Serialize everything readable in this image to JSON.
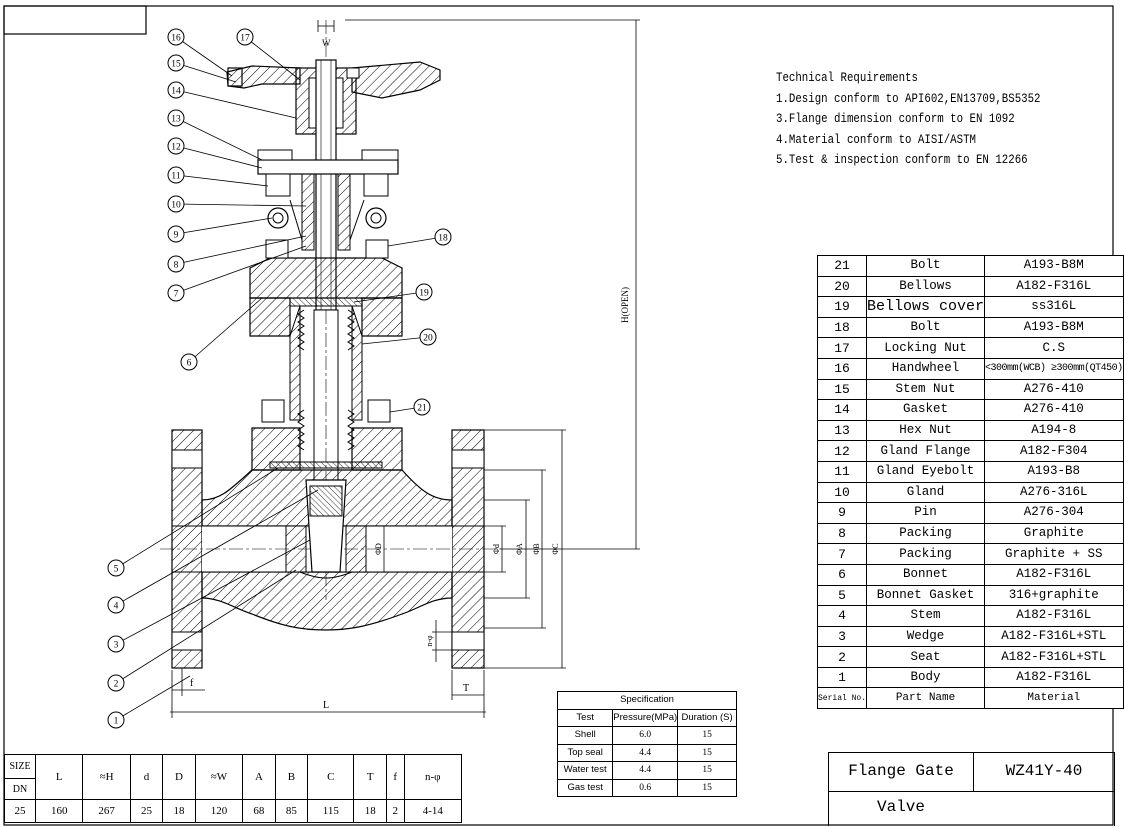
{
  "technical_requirements": {
    "title": "Technical Requirements",
    "lines": [
      "1.Design conform to API602,EN13709,BS5352",
      "3.Flange dimension conform to EN 1092",
      "4.Material conform to AISI/ASTM",
      "5.Test & inspection conform to EN 12266"
    ]
  },
  "drawing": {
    "dimension_labels": {
      "W": "W",
      "H": "H(OPEN)",
      "L": "L",
      "T": "T",
      "f": "f",
      "n_phi": "n-φ",
      "phiD": "ΦD",
      "phid": "Φd",
      "phiA": "ΦA",
      "phiB": "ΦB",
      "phiC": "ΦC"
    },
    "balloons": [
      "16",
      "17",
      "15",
      "14",
      "13",
      "12",
      "11",
      "10",
      "9",
      "8",
      "7",
      "6",
      "18",
      "19",
      "20",
      "21",
      "5",
      "4",
      "3",
      "2",
      "1"
    ]
  },
  "parts_table": {
    "rows": [
      {
        "no": "21",
        "name": "Bolt",
        "material": "A193-B8M"
      },
      {
        "no": "20",
        "name": "Bellows",
        "material": "A182-F316L"
      },
      {
        "no": "19",
        "name": "Bellows cover",
        "material": "ss316L"
      },
      {
        "no": "18",
        "name": "Bolt",
        "material": "A193-B8M"
      },
      {
        "no": "17",
        "name": "Locking Nut",
        "material": "C.S"
      },
      {
        "no": "16",
        "name": "Handwheel",
        "material": "<300mm(WCB) ≥300mm(QT450)"
      },
      {
        "no": "15",
        "name": "Stem Nut",
        "material": "A276-410"
      },
      {
        "no": "14",
        "name": "Gasket",
        "material": "A276-410"
      },
      {
        "no": "13",
        "name": "Hex Nut",
        "material": "A194-8"
      },
      {
        "no": "12",
        "name": "Gland Flange",
        "material": "A182-F304"
      },
      {
        "no": "11",
        "name": "Gland Eyebolt",
        "material": "A193-B8"
      },
      {
        "no": "10",
        "name": "Gland",
        "material": "A276-316L"
      },
      {
        "no": "9",
        "name": "Pin",
        "material": "A276-304"
      },
      {
        "no": "8",
        "name": "Packing",
        "material": "Graphite"
      },
      {
        "no": "7",
        "name": "Packing",
        "material": "Graphite + SS"
      },
      {
        "no": "6",
        "name": "Bonnet",
        "material": "A182-F316L"
      },
      {
        "no": "5",
        "name": "Bonnet Gasket",
        "material": "316+graphite"
      },
      {
        "no": "4",
        "name": "Stem",
        "material": "A182-F316L"
      },
      {
        "no": "3",
        "name": "Wedge",
        "material": "A182-F316L+STL"
      },
      {
        "no": "2",
        "name": "Seat",
        "material": "A182-F316L+STL"
      },
      {
        "no": "1",
        "name": "Body",
        "material": "A182-F316L"
      }
    ],
    "header": {
      "no": "Serial No.",
      "name": "Part Name",
      "material": "Material"
    }
  },
  "specification": {
    "title": "Specification",
    "headers": [
      "Test",
      "Pressure(MPa)",
      "Duration (S)"
    ],
    "rows": [
      [
        "Shell",
        "6.0",
        "15"
      ],
      [
        "Top seal",
        "4.4",
        "15"
      ],
      [
        "Water test",
        "4.4",
        "15"
      ],
      [
        "Gas test",
        "0.6",
        "15"
      ]
    ]
  },
  "dimensions_table": {
    "size_label": "SIZE",
    "dn_label": "DN",
    "headers": [
      "L",
      "≈H",
      "d",
      "D",
      "≈W",
      "A",
      "B",
      "C",
      "T",
      "f",
      "n-φ"
    ],
    "values": [
      "25",
      "160",
      "267",
      "25",
      "18",
      "120",
      "68",
      "85",
      "115",
      "18",
      "2",
      "4-14"
    ]
  },
  "title_block": {
    "name": "Flange Gate Valve",
    "model": "WZ41Y-40"
  }
}
